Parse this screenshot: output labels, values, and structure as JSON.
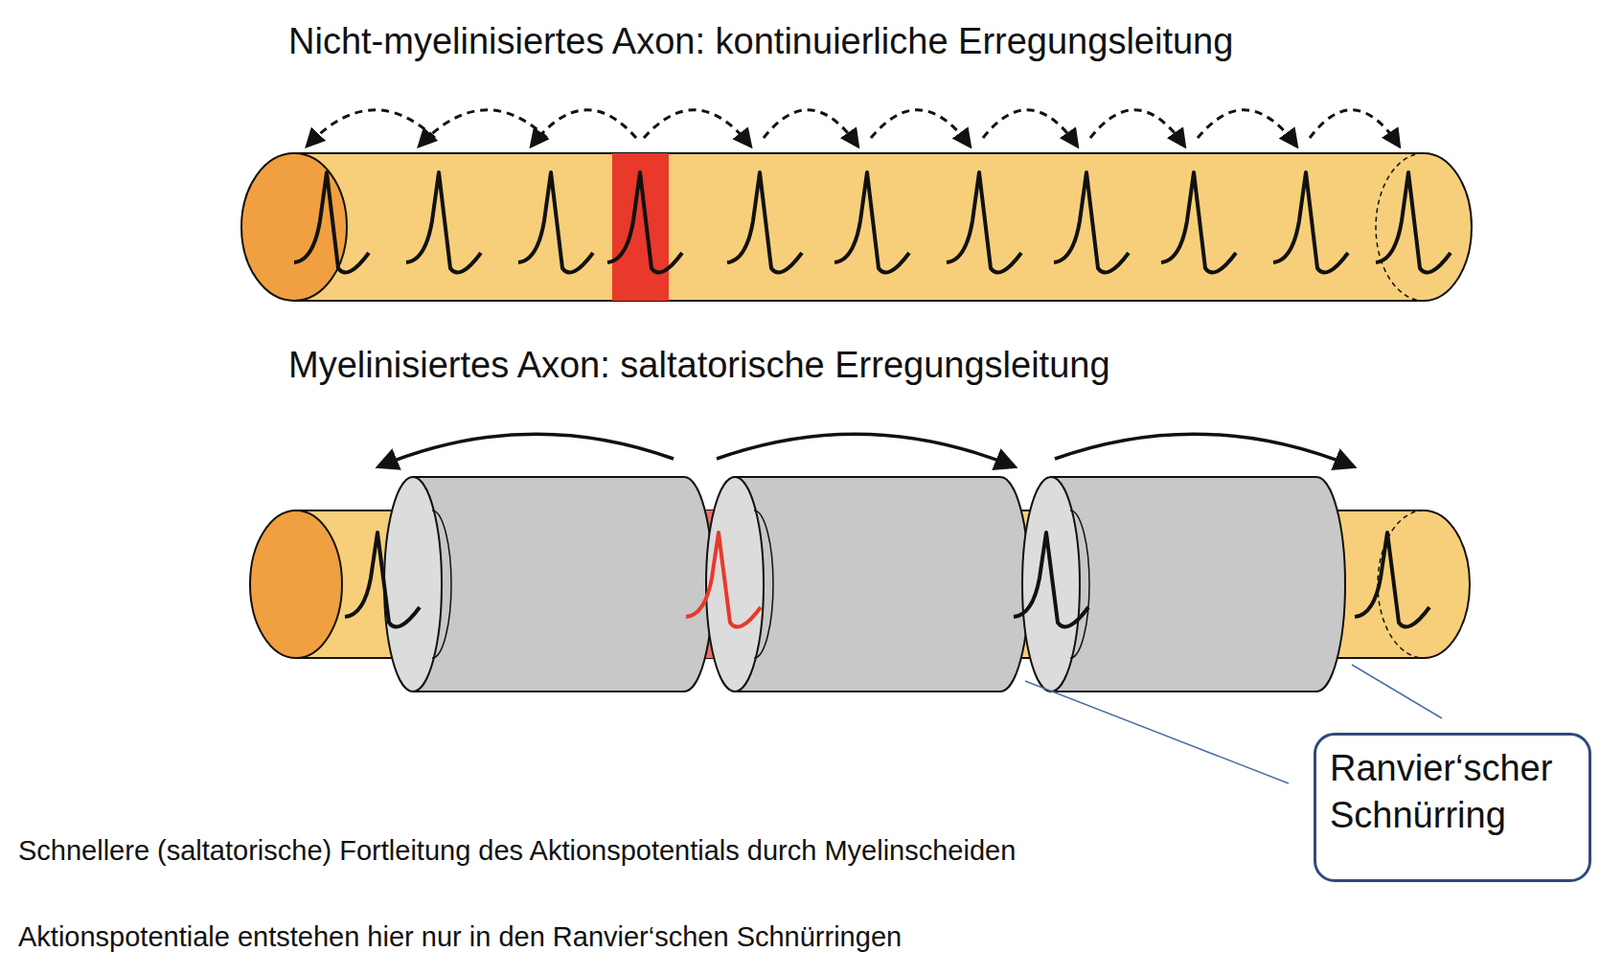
{
  "diagram": {
    "title": "Nicht-myelinisiertes Axon: kontinuierliche Erregungsleitung",
    "nodes": [
      {
        "text": [
          "Ranvier‘scher Schnürring"
        ]
      }
    ],
    "labels": [
      "Myelinisiertes Axon: saltatorische Erregungsleitung",
      "Schnellere (saltatorische) Fortleitung des Aktionspotentials durch Myelinscheiden",
      "Aktionspotentiale entstehen hier nur in den Ranvier‘schen Schnürringen"
    ]
  }
}
